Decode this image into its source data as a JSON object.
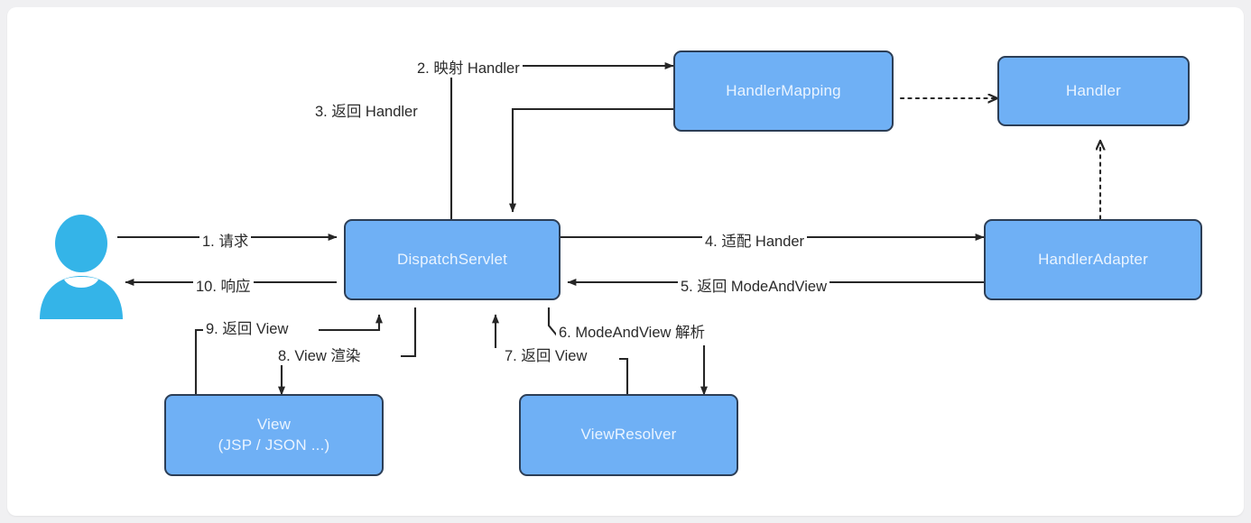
{
  "diagram": {
    "title": "Spring MVC DispatchServlet request flow",
    "colors": {
      "node_fill": "#6fb0f5",
      "node_border": "#2c3e56",
      "node_text": "#eaf4ff",
      "line": "#262626",
      "actor": "#34b4e8",
      "canvas": "#ffffff",
      "page_background": "#f0f0f2"
    },
    "actor": {
      "name": "user-actor",
      "icon": "user-avatar-icon"
    },
    "nodes": [
      {
        "id": "dispatchservlet",
        "label": "DispatchServlet"
      },
      {
        "id": "handlermapping",
        "label": "HandlerMapping"
      },
      {
        "id": "handler",
        "label": "Handler"
      },
      {
        "id": "handleradapter",
        "label": "HandlerAdapter"
      },
      {
        "id": "view",
        "label": "View\n(JSP / JSON ...)"
      },
      {
        "id": "viewresolver",
        "label": "ViewResolver"
      }
    ],
    "edges": [
      {
        "n": 1,
        "label": "1. 请求",
        "from": "user-actor",
        "to": "dispatchservlet",
        "style": "solid"
      },
      {
        "n": 2,
        "label": "2. 映射 Handler",
        "from": "dispatchservlet",
        "to": "handlermapping",
        "style": "solid"
      },
      {
        "n": 3,
        "label": "3. 返回 Handler",
        "from": "handlermapping",
        "to": "dispatchservlet",
        "style": "solid"
      },
      {
        "n": 4,
        "label": "4. 适配 Hander",
        "from": "dispatchservlet",
        "to": "handleradapter",
        "style": "solid"
      },
      {
        "n": 5,
        "label": "5. 返回 ModeAndView",
        "from": "handleradapter",
        "to": "dispatchservlet",
        "style": "solid"
      },
      {
        "n": 6,
        "label": "6. ModeAndView 解析",
        "from": "dispatchservlet",
        "to": "viewresolver",
        "style": "solid"
      },
      {
        "n": 7,
        "label": "7. 返回 View",
        "from": "viewresolver",
        "to": "dispatchservlet",
        "style": "solid"
      },
      {
        "n": 8,
        "label": "8. View 渲染",
        "from": "dispatchservlet",
        "to": "view",
        "style": "solid"
      },
      {
        "n": 9,
        "label": "9. 返回 View",
        "from": "view",
        "to": "dispatchservlet",
        "style": "solid"
      },
      {
        "n": 10,
        "label": "10. 响应",
        "from": "dispatchservlet",
        "to": "user-actor",
        "style": "solid"
      },
      {
        "n": null,
        "label": "",
        "from": "handlermapping",
        "to": "handler",
        "style": "dotted"
      },
      {
        "n": null,
        "label": "",
        "from": "handleradapter",
        "to": "handler",
        "style": "dotted"
      }
    ]
  }
}
